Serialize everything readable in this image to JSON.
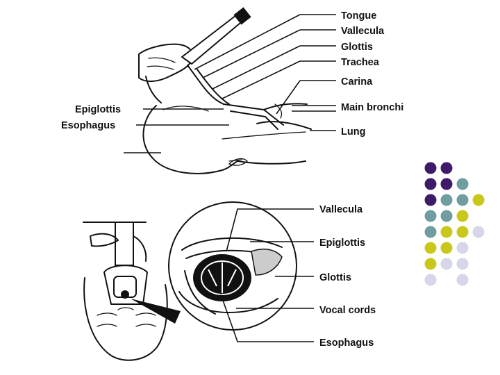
{
  "top_diagram": {
    "labels_right": [
      "Tongue",
      "Vallecula",
      "Glottis",
      "Trachea",
      "Carina",
      "Main bronchi",
      "Lung"
    ],
    "labels_left": [
      "Epiglottis",
      "Esophagus"
    ]
  },
  "bottom_diagram": {
    "labels": [
      "Vallecula",
      "Epiglottis",
      "Glottis",
      "Vocal cords",
      "Esophagus"
    ]
  },
  "decor_dots": {
    "colors": {
      "purple": "#3f1a6b",
      "teal": "#6f9ea0",
      "yellow": "#c9c81a",
      "lavender": "#d6d6ea"
    },
    "rows": [
      [
        "purple",
        "purple",
        null,
        null
      ],
      [
        "purple",
        "purple",
        "teal",
        null
      ],
      [
        "purple",
        "teal",
        "teal",
        "yellow"
      ],
      [
        "teal",
        "teal",
        "yellow",
        null
      ],
      [
        "teal",
        "yellow",
        "yellow",
        "lavender"
      ],
      [
        "yellow",
        "yellow",
        "lavender",
        null
      ],
      [
        "yellow",
        "lavender",
        "lavender",
        null
      ],
      [
        "lavender",
        null,
        "lavender",
        null
      ]
    ]
  }
}
